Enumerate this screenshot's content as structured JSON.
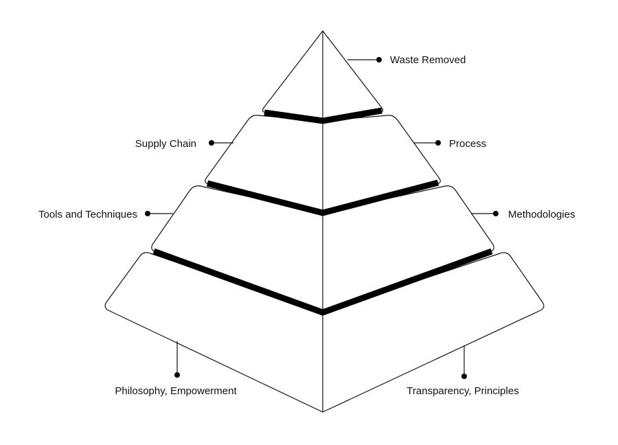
{
  "diagram": {
    "labels": {
      "waste_removed": "Waste Removed",
      "supply_chain": "Supply Chain",
      "process": "Process",
      "tools_and_techniques": "Tools and Techniques",
      "methodologies": "Methodologies",
      "philosophy_empowerment": "Philosophy, Empowerment",
      "transparency_principles": "Transparency, Principles"
    },
    "colors": {
      "outline": "#111111",
      "band": "#000000",
      "fill": "#ffffff"
    }
  }
}
